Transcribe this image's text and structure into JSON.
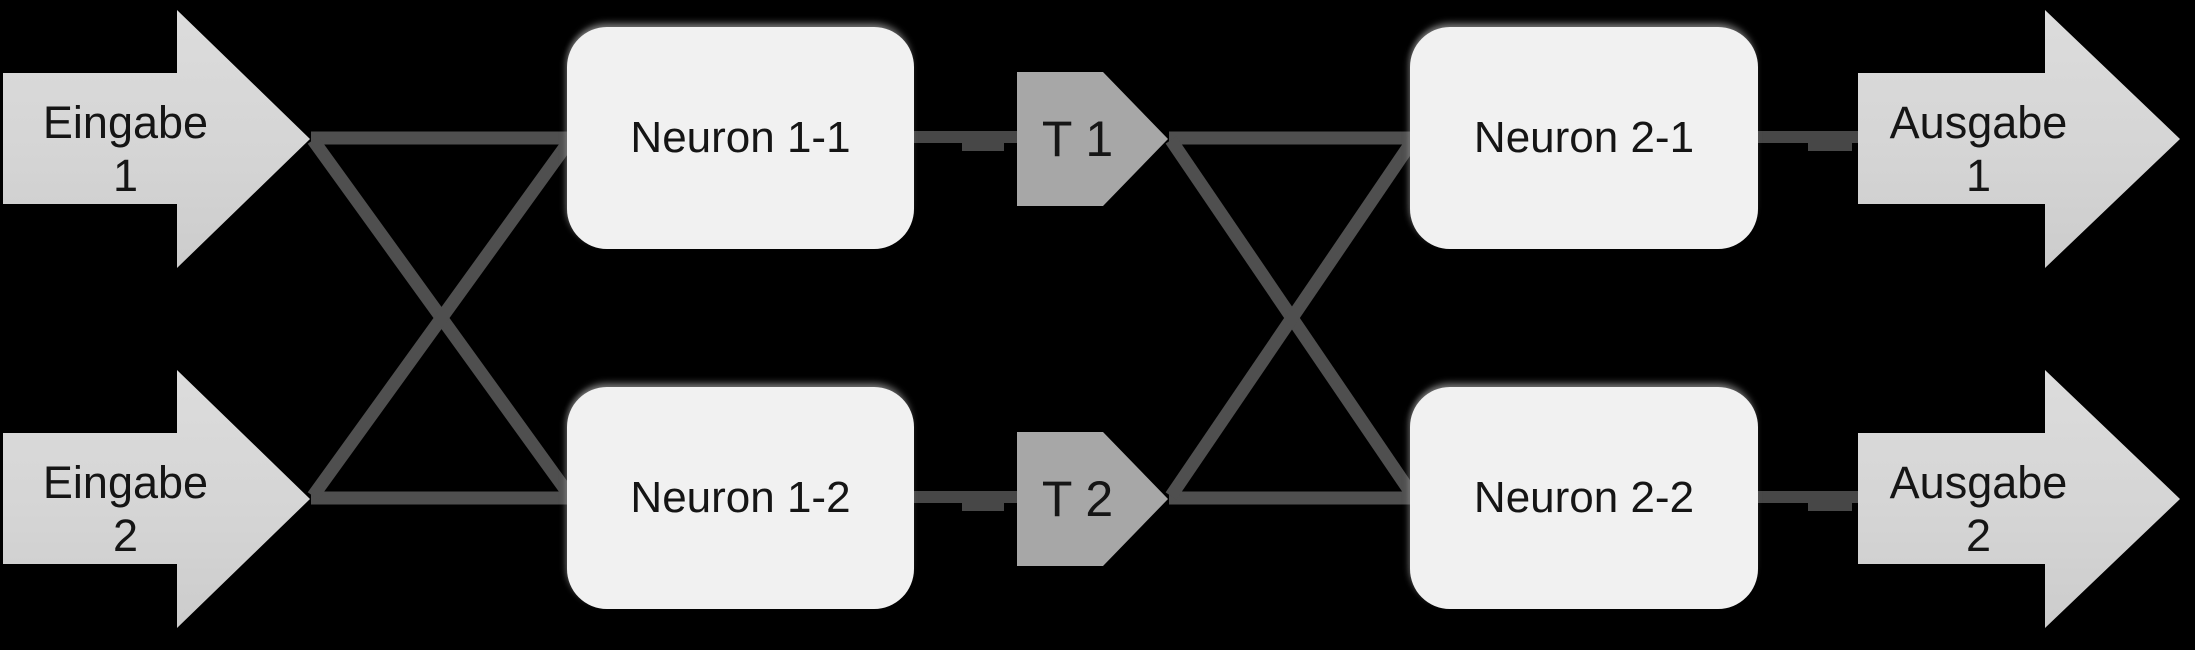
{
  "colors": {
    "background": "#000000",
    "io_arrow_fill": "#d5d5d5",
    "neuron_fill": "#f1f1f1",
    "transfer_fill": "#a7a7a7",
    "wire": "#4f4f4f",
    "text": "#151515"
  },
  "inputs": [
    {
      "line1": "Eingabe",
      "line2": "1"
    },
    {
      "line1": "Eingabe",
      "line2": "2"
    }
  ],
  "layer1": [
    {
      "label": "Neuron 1-1"
    },
    {
      "label": "Neuron 1-2"
    }
  ],
  "transfers": [
    {
      "label": "T 1"
    },
    {
      "label": "T 2"
    }
  ],
  "layer2": [
    {
      "label": "Neuron 2-1"
    },
    {
      "label": "Neuron 2-2"
    }
  ],
  "outputs": [
    {
      "line1": "Ausgabe",
      "line2": "1"
    },
    {
      "line1": "Ausgabe",
      "line2": "2"
    }
  ]
}
